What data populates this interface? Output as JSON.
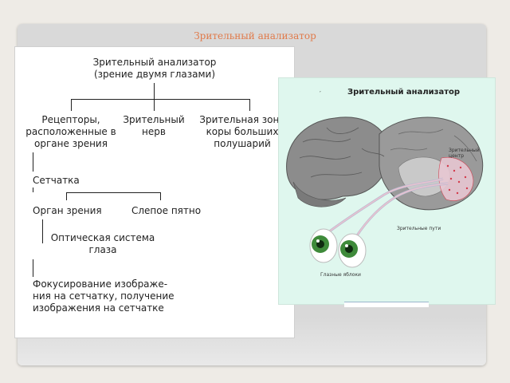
{
  "slide": {
    "title": "Зрительный анализатор"
  },
  "scheme": {
    "root_line1": "Зрительный анализатор",
    "root_line2": "(зрение двумя глазами)",
    "branch1_line1": "Рецепторы,",
    "branch1_line2": "расположенные в",
    "branch1_line3": "органе зрения",
    "branch2_line1": "Зрительный",
    "branch2_line2": "нерв",
    "branch3_line1": "Зрительная зона",
    "branch3_line2": "коры больших",
    "branch3_line3": "полушарий",
    "retina": "Сетчатка",
    "organ": "Орган зрения",
    "blind_spot": "Слепое пятно",
    "optic_line1": "Оптическая система",
    "optic_line2": "глаза",
    "focus_line1": "Фокусирование изображе-",
    "focus_line2": "ния на сетчатку, получение",
    "focus_line3": "изображения на сетчатке"
  },
  "figure": {
    "title": "Зрительный анализатор",
    "label_center": "Зрительный центр",
    "label_paths": "Зрительные пути",
    "label_eyes": "Глазные яблоки",
    "marker": ","
  },
  "colors": {
    "title_accent": "#e07a4a",
    "brain": "#8c8c8c",
    "iris": "#3e8a3a",
    "visual_center": "#d33a4a"
  }
}
